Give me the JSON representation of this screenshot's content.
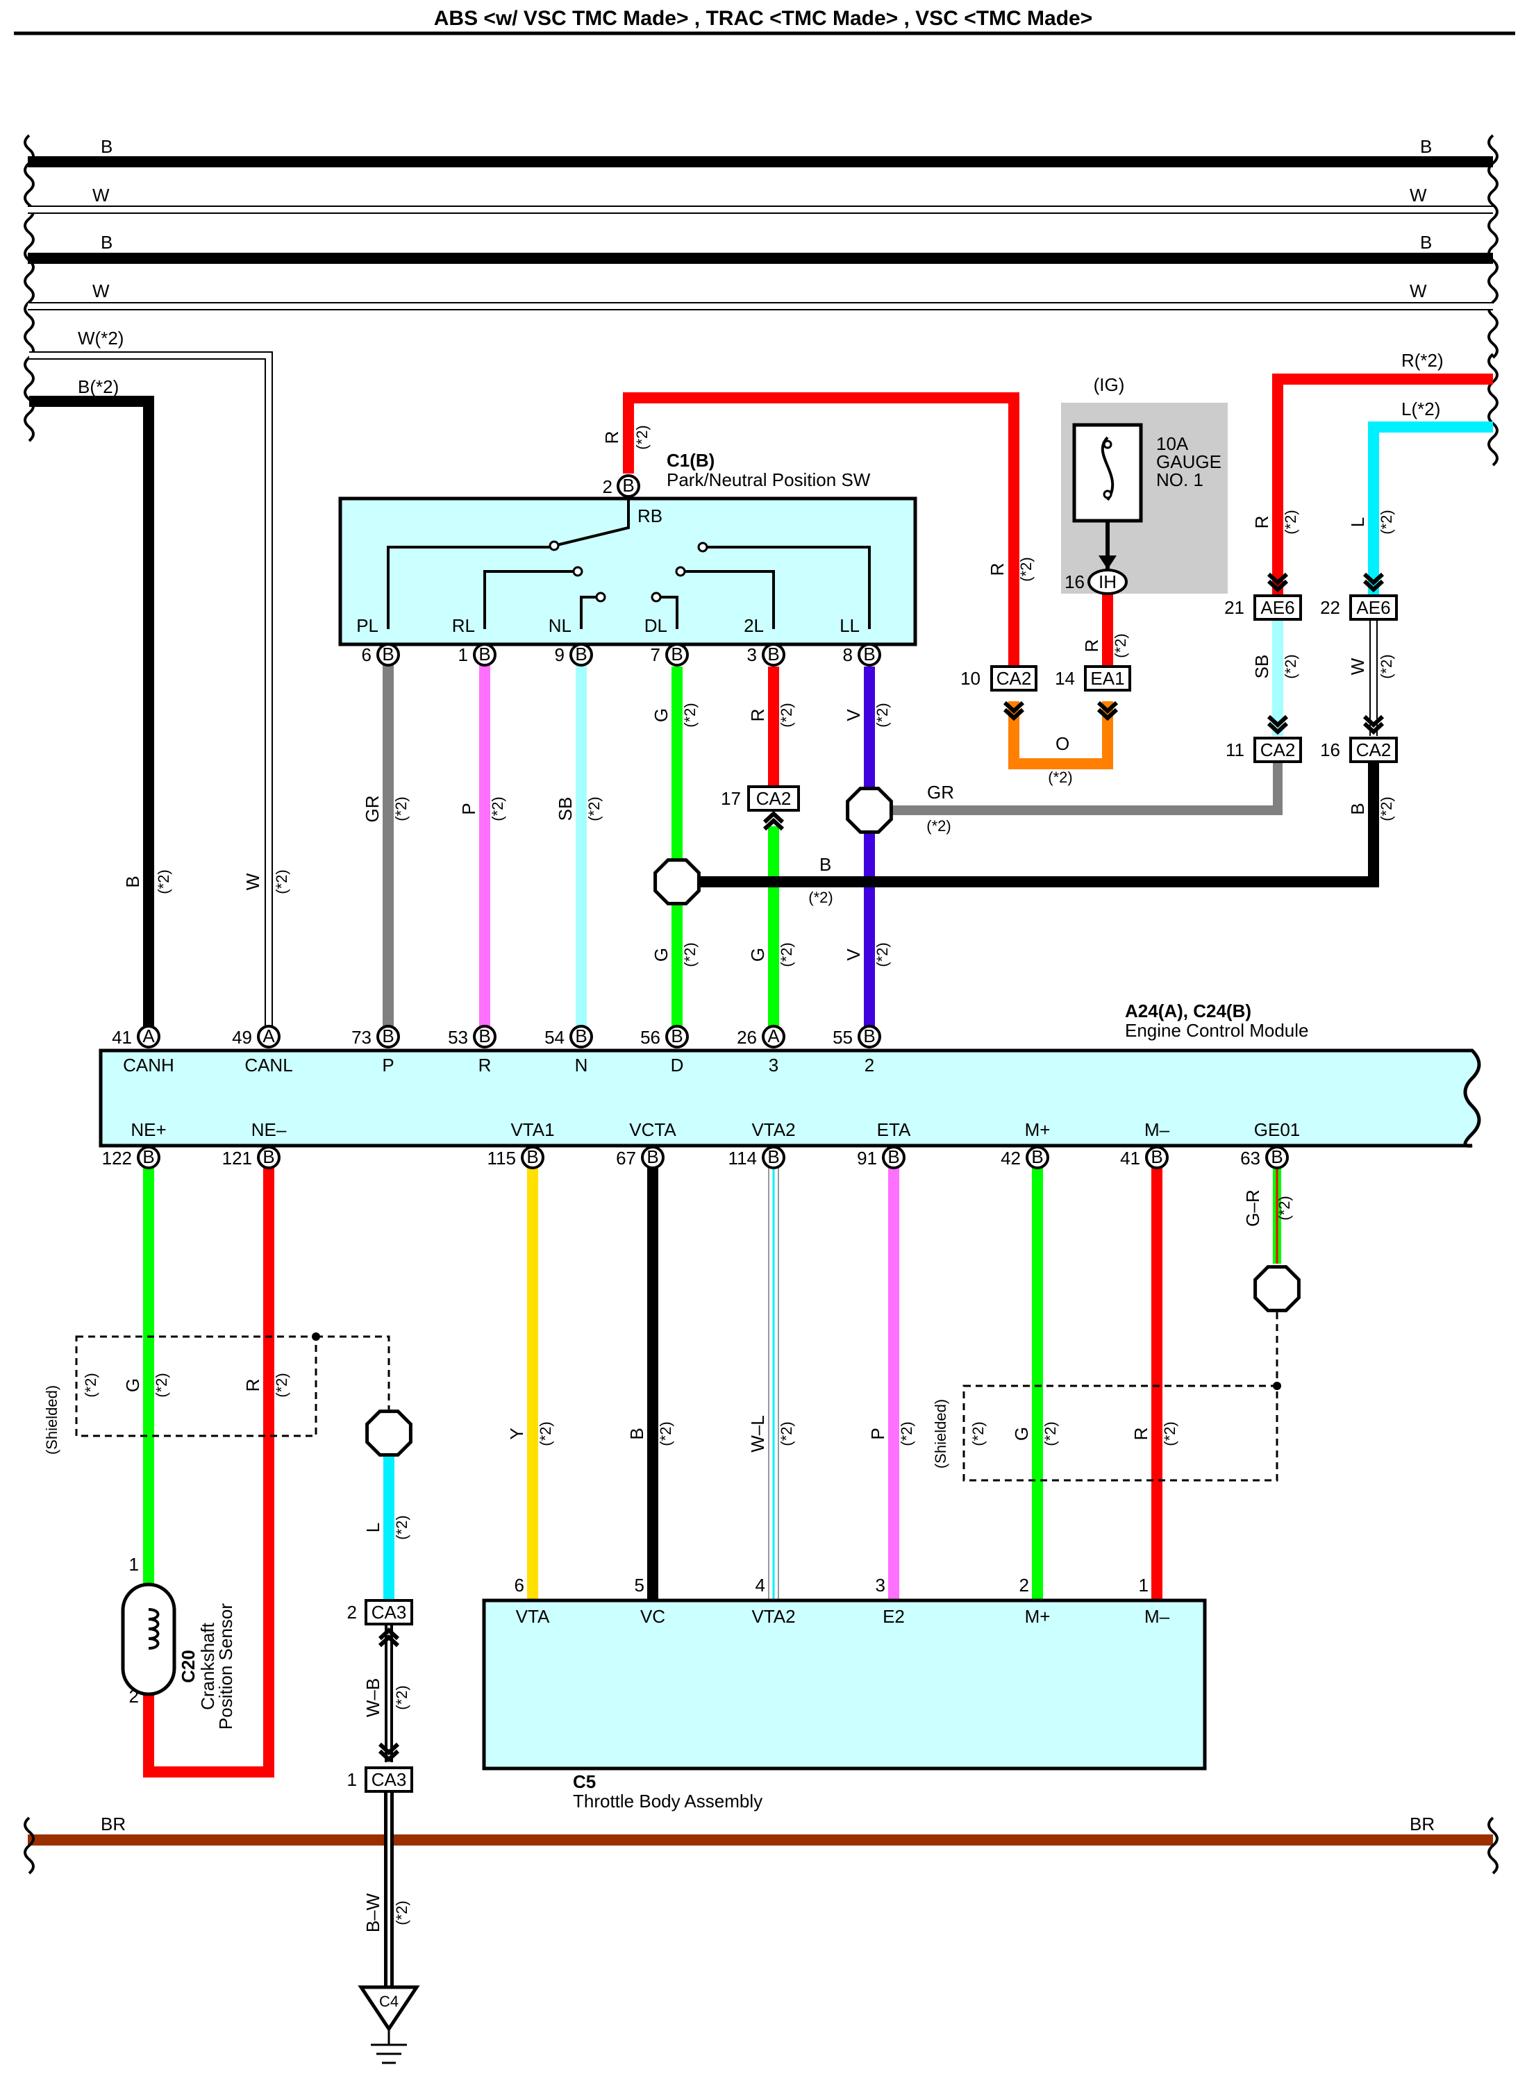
{
  "title": "ABS <w/ VSC TMC Made> , TRAC <TMC Made> , VSC <TMC Made>",
  "note": "(*2)",
  "bus": {
    "b": "B",
    "w": "W",
    "w2": "W(*2)",
    "b2": "B(*2)",
    "br": "BR",
    "r2": "R(*2)",
    "l2": "L(*2)"
  },
  "colors": {
    "red": "#ff0000",
    "black": "#000000",
    "gray": "#808080",
    "pink": "#ff70ff",
    "lightblue": "#a6ffff",
    "green": "#00ff00",
    "violet": "#4000e0",
    "orange": "#ff8000",
    "cyan": "#00f0ff",
    "yellow": "#ffe000",
    "brown": "#9a3000",
    "blockfill": "#ccffff",
    "fusebox": "#cccccc"
  },
  "switch": {
    "id": "C1(B)",
    "name": "Park/Neutral Position SW",
    "pin": "2",
    "conn": "B",
    "rb": "RB",
    "terminals": [
      {
        "name": "PL",
        "pin": "6",
        "conn": "B",
        "wire": "GR"
      },
      {
        "name": "RL",
        "pin": "1",
        "conn": "B",
        "wire": "P"
      },
      {
        "name": "NL",
        "pin": "9",
        "conn": "B",
        "wire": "SB"
      },
      {
        "name": "DL",
        "pin": "7",
        "conn": "B",
        "wire": "G"
      },
      {
        "name": "2L",
        "pin": "3",
        "conn": "B",
        "wire": "R"
      },
      {
        "name": "LL",
        "pin": "8",
        "conn": "B",
        "wire": "V"
      }
    ]
  },
  "fuse": {
    "ig": "(IG)",
    "line1": "10A",
    "line2": "GAUGE",
    "line3": "NO. 1",
    "pin": "16",
    "conn": "IH"
  },
  "connectors": {
    "ca2_10": {
      "pin": "10",
      "name": "CA2"
    },
    "ea1_14": {
      "pin": "14",
      "name": "EA1"
    },
    "ae6_21": {
      "pin": "21",
      "name": "AE6"
    },
    "ae6_22": {
      "pin": "22",
      "name": "AE6"
    },
    "ca2_11": {
      "pin": "11",
      "name": "CA2"
    },
    "ca2_16": {
      "pin": "16",
      "name": "CA2"
    },
    "ca2_17": {
      "pin": "17",
      "name": "CA2"
    },
    "ca3_2": {
      "pin": "2",
      "name": "CA3"
    },
    "ca3_1": {
      "pin": "1",
      "name": "CA3"
    },
    "c4": "C4"
  },
  "wires": {
    "r": "R",
    "o": "O",
    "sb": "SB",
    "w": "W",
    "gr": "GR",
    "b": "B",
    "g": "G",
    "v": "V",
    "l": "L",
    "wb": "W–B",
    "bw": "B–W",
    "y": "Y",
    "wl": "W–L",
    "p": "P",
    "gr_ge": "G–R"
  },
  "ecm": {
    "id": "A24(A), C24(B)",
    "name": "Engine Control Module",
    "top_pins": [
      {
        "num": "41",
        "conn": "A",
        "label": "CANH"
      },
      {
        "num": "49",
        "conn": "A",
        "label": "CANL"
      },
      {
        "num": "73",
        "conn": "B",
        "label": "P"
      },
      {
        "num": "53",
        "conn": "B",
        "label": "R"
      },
      {
        "num": "54",
        "conn": "B",
        "label": "N"
      },
      {
        "num": "56",
        "conn": "B",
        "label": "D"
      },
      {
        "num": "26",
        "conn": "A",
        "label": "3"
      },
      {
        "num": "55",
        "conn": "B",
        "label": "2"
      }
    ],
    "bottom_pins": [
      {
        "num": "122",
        "conn": "B",
        "label": "NE+"
      },
      {
        "num": "121",
        "conn": "B",
        "label": "NE–"
      },
      {
        "num": "115",
        "conn": "B",
        "label": "VTA1"
      },
      {
        "num": "67",
        "conn": "B",
        "label": "VCTA"
      },
      {
        "num": "114",
        "conn": "B",
        "label": "VTA2"
      },
      {
        "num": "91",
        "conn": "B",
        "label": "ETA"
      },
      {
        "num": "42",
        "conn": "B",
        "label": "M+"
      },
      {
        "num": "41",
        "conn": "B",
        "label": "M–"
      },
      {
        "num": "63",
        "conn": "B",
        "label": "GE01"
      }
    ]
  },
  "shielded": "(Shielded)",
  "sensor": {
    "id": "C20",
    "line1": "Crankshaft",
    "line2": "Position Sensor",
    "pin1": "1",
    "pin2": "2"
  },
  "throttle": {
    "id": "C5",
    "name": "Throttle Body Assembly",
    "pins": [
      {
        "num": "6",
        "label": "VTA"
      },
      {
        "num": "5",
        "label": "VC"
      },
      {
        "num": "4",
        "label": "VTA2"
      },
      {
        "num": "3",
        "label": "E2"
      },
      {
        "num": "2",
        "label": "M+"
      },
      {
        "num": "1",
        "label": "M–"
      }
    ]
  }
}
